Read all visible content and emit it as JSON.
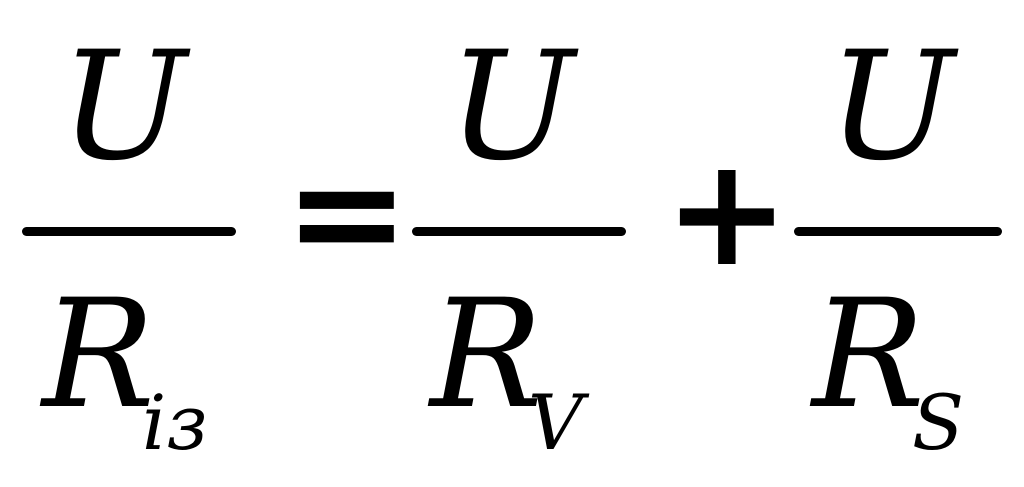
{
  "formula": {
    "lhs": {
      "numerator": "U",
      "denominator": "R",
      "subscript": "iз"
    },
    "equals": "=",
    "term1": {
      "numerator": "U",
      "denominator": "R",
      "subscript": "V"
    },
    "plus": "+",
    "term2": {
      "numerator": "U",
      "denominator": "R",
      "subscript": "S"
    }
  }
}
